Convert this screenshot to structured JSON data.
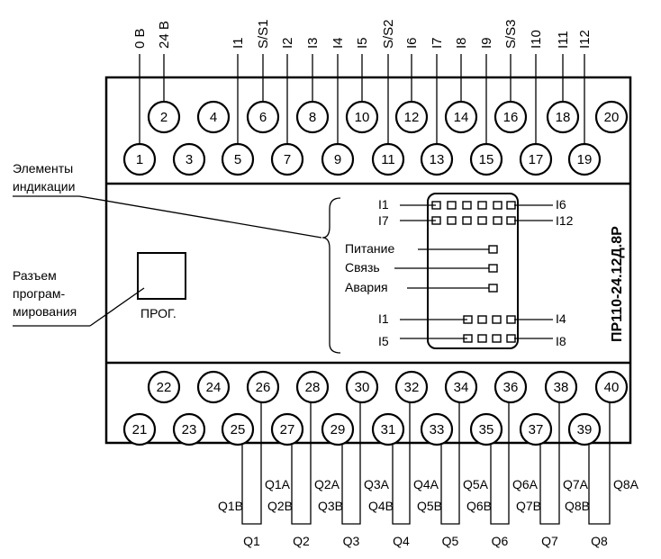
{
  "device": {
    "model": "ПР110-24.12Д.8Р",
    "prog_label": "ПРОГ."
  },
  "callouts": {
    "indication": [
      "Элементы",
      "индикации"
    ],
    "connector": [
      "Разъем",
      "програм-",
      "мирования"
    ]
  },
  "top_labels": [
    "0 В",
    "24 В",
    "I1",
    "S/S1",
    "I2",
    "I3",
    "I4",
    "I5",
    "S/S2",
    "I6",
    "I7",
    "I8",
    "I9",
    "S/S3",
    "I10",
    "I11",
    "I12"
  ],
  "top_terminals": {
    "upper": [
      "2",
      "4",
      "6",
      "8",
      "10",
      "12",
      "14",
      "16",
      "18",
      "20"
    ],
    "lower": [
      "1",
      "3",
      "5",
      "7",
      "9",
      "11",
      "13",
      "15",
      "17",
      "19"
    ]
  },
  "bottom_terminals": {
    "upper": [
      "22",
      "24",
      "26",
      "28",
      "30",
      "32",
      "34",
      "36",
      "38",
      "40"
    ],
    "lower": [
      "21",
      "23",
      "25",
      "27",
      "29",
      "31",
      "33",
      "35",
      "37",
      "39"
    ]
  },
  "indicators": {
    "i1": "I1",
    "i6": "I6",
    "i7": "I7",
    "i12": "I12",
    "power": "Питание",
    "link": "Связь",
    "alarm": "Авария",
    "o1": "I1",
    "o4": "I4",
    "o5": "I5",
    "o8": "I8"
  },
  "outputs": [
    {
      "a": "Q1A",
      "b": "Q1B",
      "q": "Q1"
    },
    {
      "a": "Q2A",
      "b": "Q2B",
      "q": "Q2"
    },
    {
      "a": "Q3A",
      "b": "Q3B",
      "q": "Q3"
    },
    {
      "a": "Q4A",
      "b": "Q4B",
      "q": "Q4"
    },
    {
      "a": "Q5A",
      "b": "Q5B",
      "q": "Q5"
    },
    {
      "a": "Q6A",
      "b": "Q6B",
      "q": "Q6"
    },
    {
      "a": "Q7A",
      "b": "Q7B",
      "q": "Q7"
    },
    {
      "a": "Q8A",
      "b": "Q8B",
      "q": "Q8"
    }
  ]
}
